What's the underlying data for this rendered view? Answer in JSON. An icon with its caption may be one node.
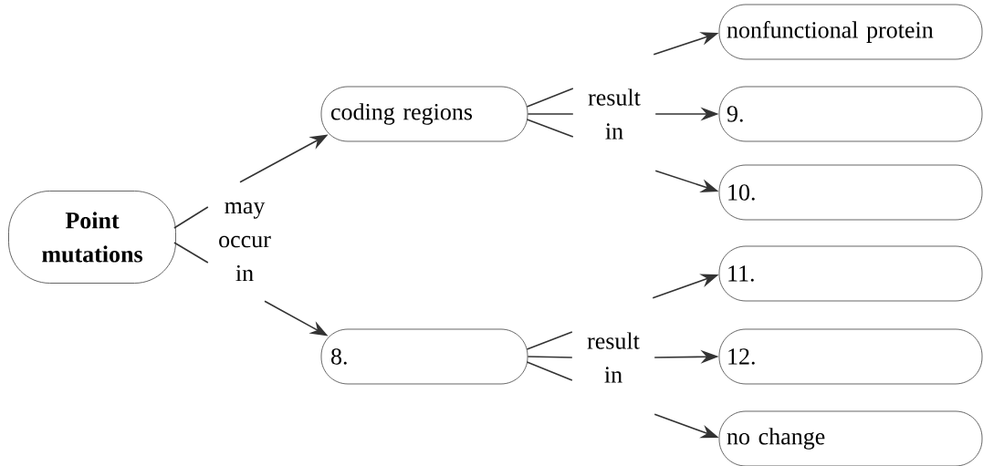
{
  "diagram": {
    "nodes": [
      {
        "text": [
          "Point mutations"
        ]
      },
      {
        "text": [
          "may occur in"
        ]
      },
      {
        "text": [
          "coding regions"
        ]
      },
      {
        "text": [
          "8."
        ]
      },
      {
        "text": [
          "result in"
        ]
      },
      {
        "text": [
          "nonfunctional protein"
        ]
      },
      {
        "text": [
          "9."
        ]
      },
      {
        "text": [
          "10."
        ]
      },
      {
        "text": [
          "result in"
        ]
      },
      {
        "text": [
          "11."
        ]
      },
      {
        "text": [
          "12."
        ]
      },
      {
        "text": [
          "no change"
        ]
      }
    ],
    "edges": [
      {
        "from": 0,
        "to": 1,
        "arrow": "none"
      },
      {
        "from": 0,
        "to": 1,
        "arrow": "none"
      },
      {
        "from": 1,
        "to": 2,
        "arrow": "to"
      },
      {
        "from": 1,
        "to": 3,
        "arrow": "to"
      },
      {
        "from": 2,
        "to": 4,
        "arrow": "none"
      },
      {
        "from": 2,
        "to": 4,
        "arrow": "none"
      },
      {
        "from": 2,
        "to": 4,
        "arrow": "none"
      },
      {
        "from": 4,
        "to": 5,
        "arrow": "to"
      },
      {
        "from": 4,
        "to": 6,
        "arrow": "to"
      },
      {
        "from": 4,
        "to": 7,
        "arrow": "to"
      },
      {
        "from": 3,
        "to": 8,
        "arrow": "none"
      },
      {
        "from": 3,
        "to": 8,
        "arrow": "none"
      },
      {
        "from": 3,
        "to": 8,
        "arrow": "none"
      },
      {
        "from": 8,
        "to": 9,
        "arrow": "to"
      },
      {
        "from": 8,
        "to": 10,
        "arrow": "to"
      },
      {
        "from": 8,
        "to": 11,
        "arrow": "to"
      }
    ]
  }
}
